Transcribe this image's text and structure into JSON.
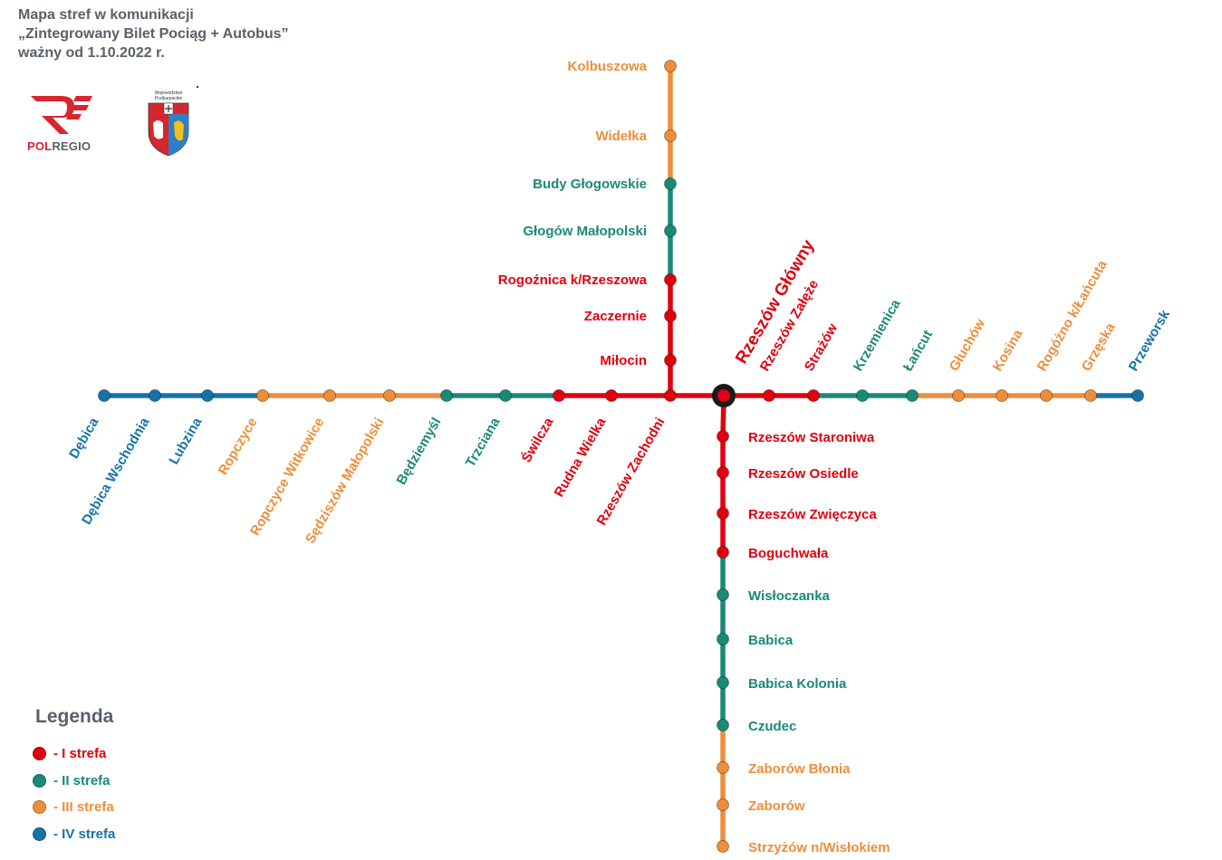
{
  "header": {
    "line1": "Mapa stref w komunikacji",
    "line2": "„Zintegrowany Bilet Pociąg + Autobus”",
    "line3": "ważny od 1.10.2022 r.",
    "mark": "."
  },
  "logos": {
    "polregio": {
      "pol": "POL",
      "regio": "REGIO"
    },
    "wojewodztwo": {
      "caption1": "Województwo",
      "caption2": "Podkarpackie"
    }
  },
  "colors": {
    "zone1": "#e1000f",
    "zone2": "#1a8a78",
    "zone3": "#ee8e3a",
    "zone4": "#1673a6"
  },
  "legend": {
    "title": "Legenda",
    "items": [
      {
        "zone": 1,
        "label": "- I strefa"
      },
      {
        "zone": 2,
        "label": "- II strefa"
      },
      {
        "zone": 3,
        "label": "- III strefa"
      },
      {
        "zone": 4,
        "label": "- IV strefa"
      }
    ]
  },
  "hub": {
    "name": "Rzeszów Główny",
    "zone": 1
  },
  "lines": {
    "north": [
      {
        "name": "Miłocin",
        "zone": 1
      },
      {
        "name": "Zaczernie",
        "zone": 1
      },
      {
        "name": "Rogoźnica k/Rzeszowa",
        "zone": 1
      },
      {
        "name": "Głogów Małopolski",
        "zone": 2
      },
      {
        "name": "Budy Głogowskie",
        "zone": 2
      },
      {
        "name": "Widełka",
        "zone": 3
      },
      {
        "name": "Kolbuszowa",
        "zone": 3
      }
    ],
    "west": [
      {
        "name": "Rzeszów Zachodni",
        "zone": 1
      },
      {
        "name": "Rudna Wielka",
        "zone": 1
      },
      {
        "name": "Świlcza",
        "zone": 1
      },
      {
        "name": "Trzciana",
        "zone": 2
      },
      {
        "name": "Będziemyśl",
        "zone": 2
      },
      {
        "name": "Sędziszów Małopolski",
        "zone": 3
      },
      {
        "name": "Ropczyce Witkowice",
        "zone": 3
      },
      {
        "name": "Ropczyce",
        "zone": 3
      },
      {
        "name": "Lubzina",
        "zone": 4
      },
      {
        "name": "Dębica Wschodnia",
        "zone": 4
      },
      {
        "name": "Dębica",
        "zone": 4
      }
    ],
    "east": [
      {
        "name": "Rzeszów Załęże",
        "zone": 1
      },
      {
        "name": "Strażów",
        "zone": 1
      },
      {
        "name": "Krzemienica",
        "zone": 2
      },
      {
        "name": "Łańcut",
        "zone": 2
      },
      {
        "name": "Głuchów",
        "zone": 3
      },
      {
        "name": "Kosina",
        "zone": 3
      },
      {
        "name": "Rogóżno k/Łańcuta",
        "zone": 3
      },
      {
        "name": "Grzęska",
        "zone": 3
      },
      {
        "name": "Przeworsk",
        "zone": 4
      }
    ],
    "south": [
      {
        "name": "Rzeszów Staroniwa",
        "zone": 1
      },
      {
        "name": "Rzeszów Osiedle",
        "zone": 1
      },
      {
        "name": "Rzeszów Zwięczyca",
        "zone": 1
      },
      {
        "name": "Boguchwała",
        "zone": 1
      },
      {
        "name": "Wisłoczanka",
        "zone": 2
      },
      {
        "name": "Babica",
        "zone": 2
      },
      {
        "name": "Babica Kolonia",
        "zone": 2
      },
      {
        "name": "Czudec",
        "zone": 2
      },
      {
        "name": "Zaborów Błonia",
        "zone": 3
      },
      {
        "name": "Zaborów",
        "zone": 3
      },
      {
        "name": "Strzyżów n/Wisłokiem",
        "zone": 3
      }
    ]
  }
}
